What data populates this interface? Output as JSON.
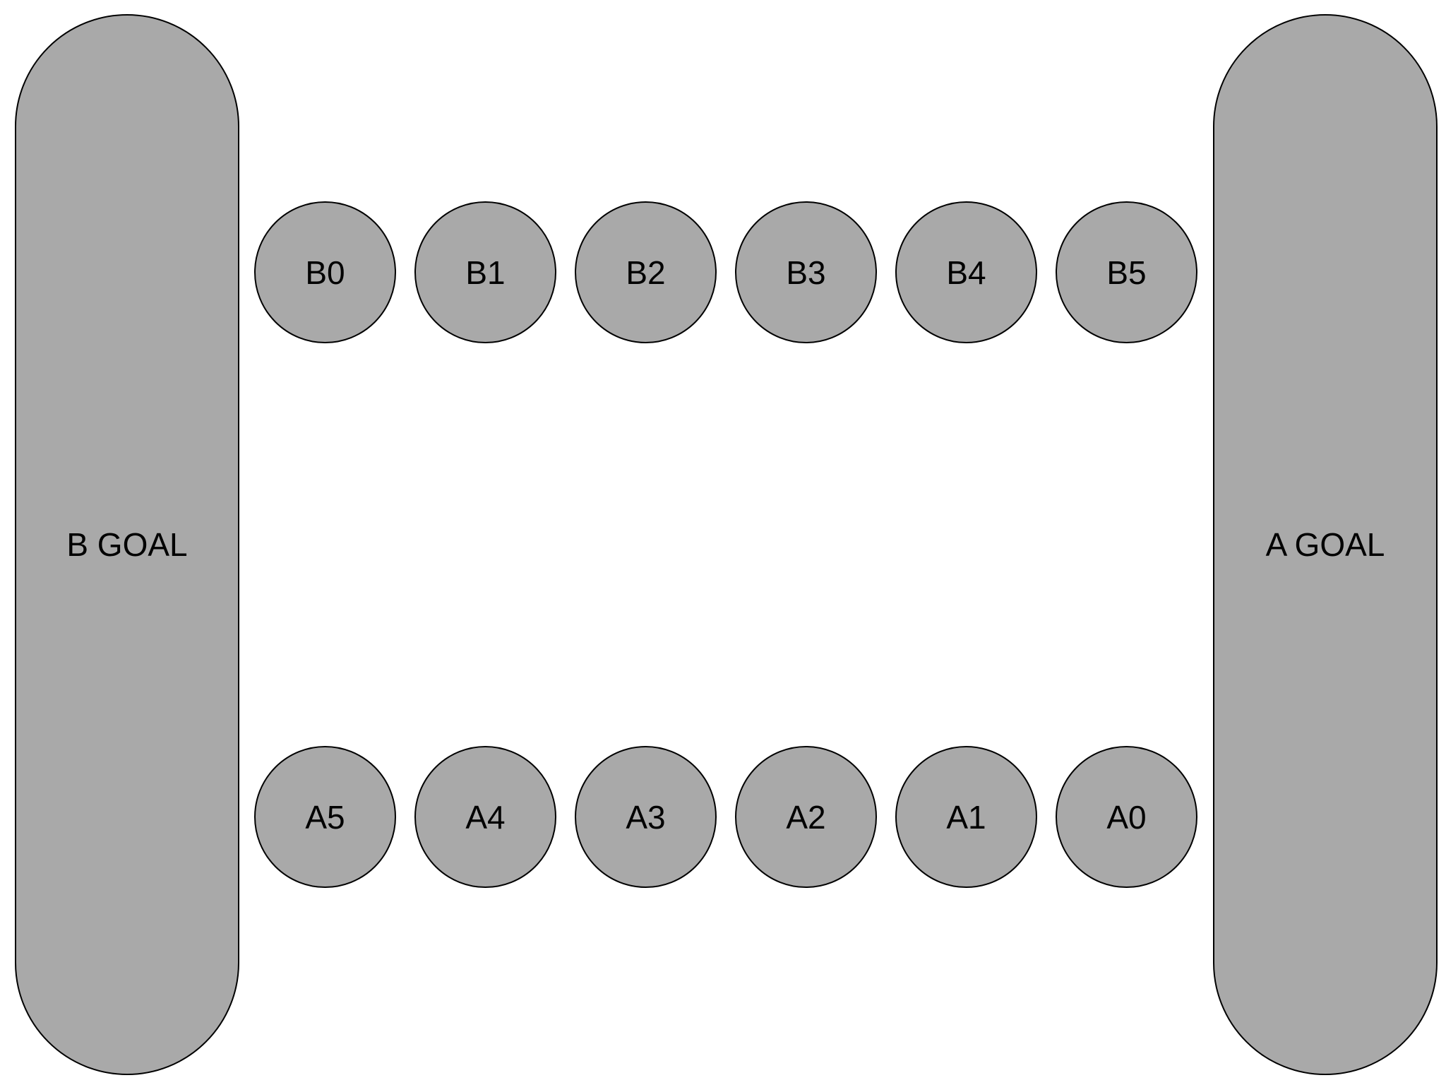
{
  "colors": {
    "background": "#ffffff",
    "fill": "#a9a9a9",
    "stroke": "#000000",
    "text": "#000000"
  },
  "goals": {
    "left": "B GOAL",
    "right": "A GOAL"
  },
  "top_row": [
    "B0",
    "B1",
    "B2",
    "B3",
    "B4",
    "B5"
  ],
  "bottom_row": [
    "A5",
    "A4",
    "A3",
    "A2",
    "A1",
    "A0"
  ]
}
